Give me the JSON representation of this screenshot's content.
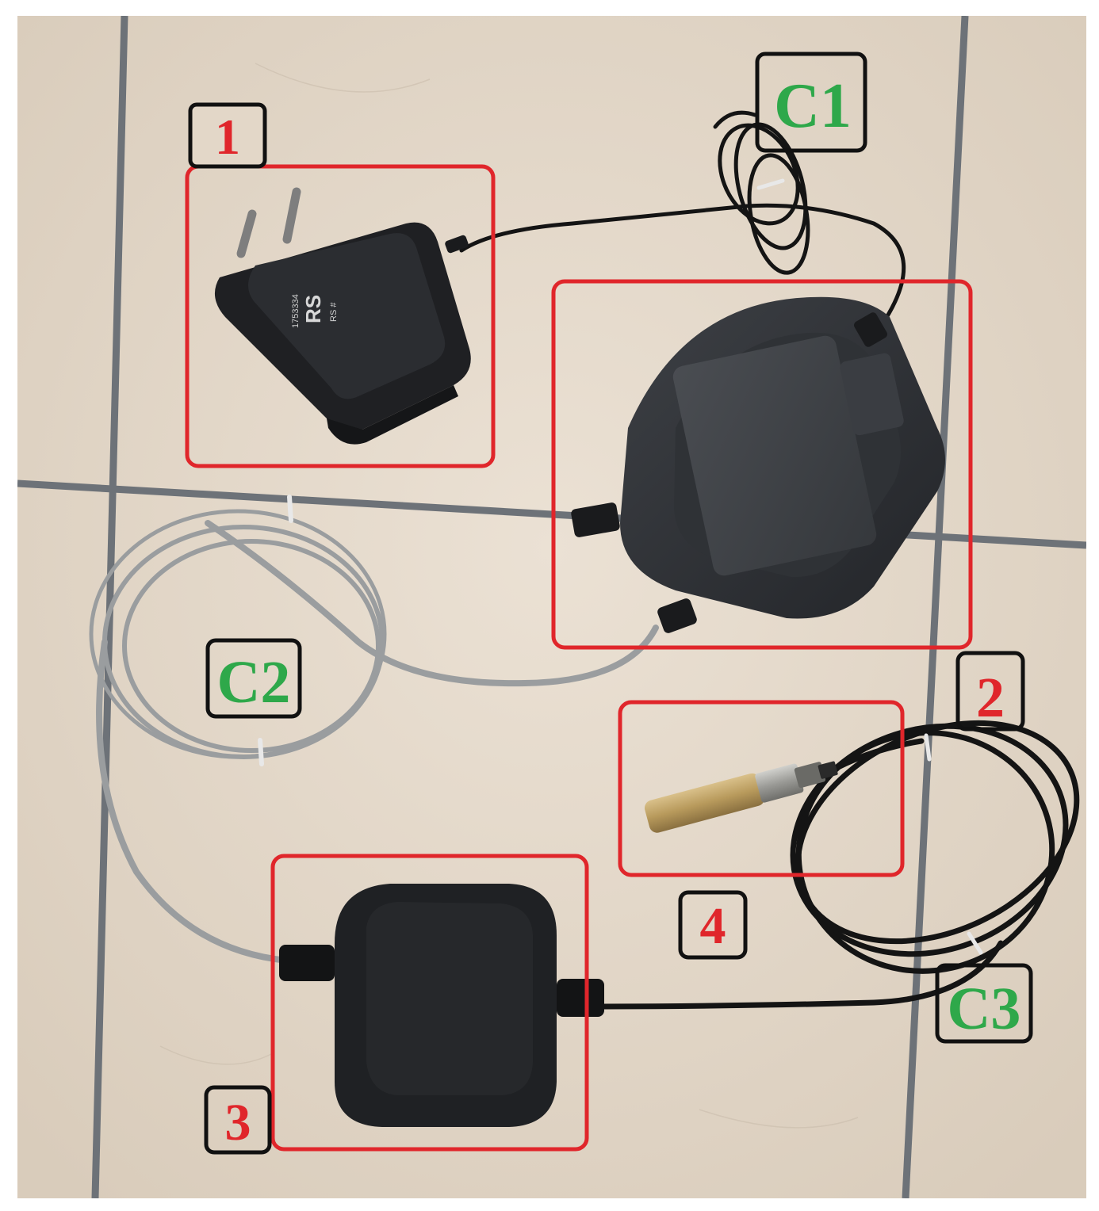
{
  "labels": {
    "adapter": "1",
    "sensor_head": "2",
    "sensor_box": "3",
    "probe": "4",
    "cable_1": "C1",
    "cable_2": "C2",
    "cable_3": "C3"
  },
  "device_text": {
    "brand": "RS",
    "stock_prefix": "RS #",
    "stock_number": "1753334"
  },
  "colors": {
    "tile": "#e3d7c8",
    "grout": "#6d7278",
    "highlight_box": "#e0262b",
    "number_label": "#e0262b",
    "cable_label": "#2ea84a",
    "label_border": "#111111",
    "device_body": "#2a2c2f",
    "grey_cable": "#9a9d9f",
    "black_cable": "#141414"
  }
}
